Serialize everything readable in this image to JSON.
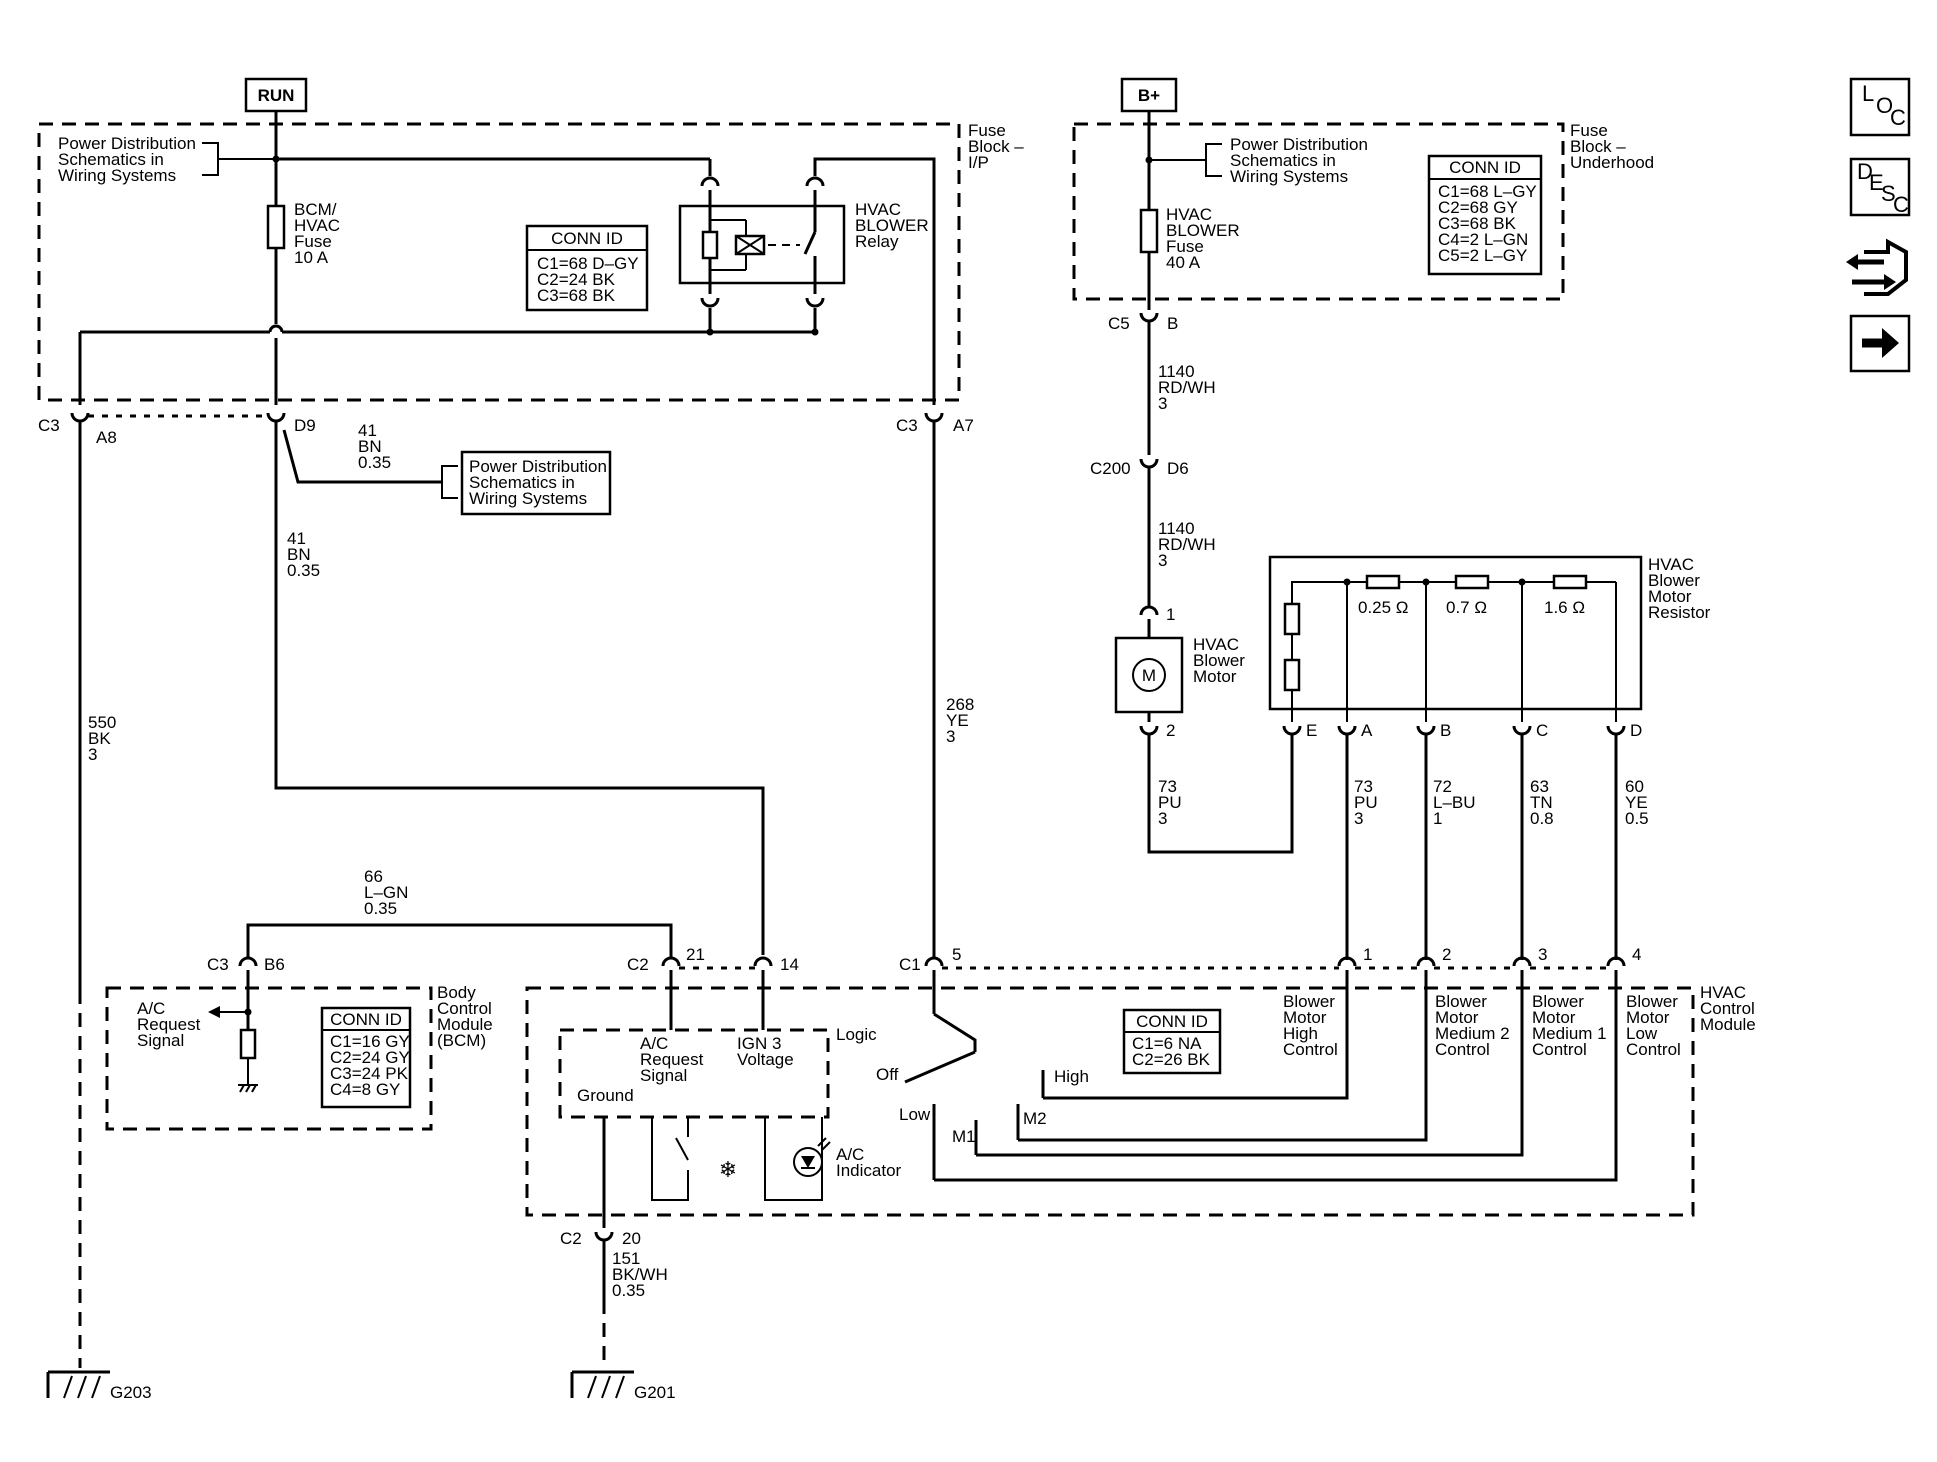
{
  "sources": {
    "run": "RUN",
    "bplus": "B+"
  },
  "fuse_block_ip": {
    "label": [
      "Fuse",
      "Block –",
      "I/P"
    ],
    "power_ref": [
      "Power Distribution",
      "Schematics in",
      "Wiring Systems"
    ],
    "fuse": [
      "BCM/",
      "HVAC",
      "Fuse",
      "10 A"
    ],
    "relay": [
      "HVAC",
      "BLOWER",
      "Relay"
    ],
    "conn_id": {
      "title": "CONN ID",
      "rows": [
        "C1=68 D–GY",
        "C2=24 BK",
        "C3=68 BK"
      ]
    }
  },
  "fuse_block_underhood": {
    "label": [
      "Fuse",
      "Block –",
      "Underhood"
    ],
    "power_ref": [
      "Power Distribution",
      "Schematics in",
      "Wiring Systems"
    ],
    "fuse": [
      "HVAC",
      "BLOWER",
      "Fuse",
      "40 A"
    ],
    "conn_id": {
      "title": "CONN ID",
      "rows": [
        "C1=68 L–GY",
        "C2=68 GY",
        "C3=68 BK",
        "C4=2 L–GN",
        "C5=2 L–GY"
      ]
    }
  },
  "connectors": {
    "c3": "C3",
    "a8": "A8",
    "d9": "D9",
    "a7": "A7",
    "c5": "C5",
    "b": "B",
    "c200": "C200",
    "d6": "D6",
    "motor_1": "1",
    "motor_2": "2",
    "res_e": "E",
    "res_a": "A",
    "res_b": "B",
    "res_c": "C",
    "res_d": "D",
    "bcm_c3": "C3",
    "bcm_b6": "B6",
    "hvac_c2": "C2",
    "pin_21": "21",
    "pin_14": "14",
    "hvac_c1": "C1",
    "pin_5": "5",
    "pin_1": "1",
    "pin_2": "2",
    "pin_3": "3",
    "pin_4": "4",
    "gnd_c2": "C2",
    "pin_20": "20"
  },
  "wires": {
    "w41a": [
      "41",
      "BN",
      "0.35"
    ],
    "w41b": [
      "41",
      "BN",
      "0.35"
    ],
    "w550": [
      "550",
      "BK",
      "3"
    ],
    "w268": [
      "268",
      "YE",
      "3"
    ],
    "w1140a": [
      "1140",
      "RD/WH",
      "3"
    ],
    "w1140b": [
      "1140",
      "RD/WH",
      "3"
    ],
    "w73a": [
      "73",
      "PU",
      "3"
    ],
    "w73b": [
      "73",
      "PU",
      "3"
    ],
    "w72": [
      "72",
      "L–BU",
      "1"
    ],
    "w63": [
      "63",
      "TN",
      "0.8"
    ],
    "w60": [
      "60",
      "YE",
      "0.5"
    ],
    "w66": [
      "66",
      "L–GN",
      "0.35"
    ],
    "w151": [
      "151",
      "BK/WH",
      "0.35"
    ]
  },
  "power_ref_mid": [
    "Power Distribution",
    "Schematics in",
    "Wiring Systems"
  ],
  "motor": {
    "symbol": "M",
    "label": [
      "HVAC",
      "Blower",
      "Motor"
    ]
  },
  "resistor": {
    "label": [
      "HVAC",
      "Blower",
      "Motor",
      "Resistor"
    ],
    "values": [
      "0.25 Ω",
      "0.7 Ω",
      "1.6 Ω"
    ]
  },
  "bcm": {
    "label": [
      "Body",
      "Control",
      "Module",
      "(BCM)"
    ],
    "signal": [
      "A/C",
      "Request",
      "Signal"
    ],
    "conn_id": {
      "title": "CONN ID",
      "rows": [
        "C1=16 GY",
        "C2=24 GY",
        "C3=24 PK",
        "C4=8 GY"
      ]
    }
  },
  "hvac_module": {
    "label": [
      "HVAC",
      "Control",
      "Module"
    ],
    "logic": "Logic",
    "ac_request": [
      "A/C",
      "Request",
      "Signal"
    ],
    "ign3": [
      "IGN 3",
      "Voltage"
    ],
    "ground": "Ground",
    "ac_indicator": [
      "A/C",
      "Indicator"
    ],
    "switch_positions": {
      "off": "Off",
      "low": "Low",
      "m1": "M1",
      "m2": "M2",
      "high": "High"
    },
    "controls": {
      "high": [
        "Blower",
        "Motor",
        "High",
        "Control"
      ],
      "med2": [
        "Blower",
        "Motor",
        "Medium 2",
        "Control"
      ],
      "med1": [
        "Blower",
        "Motor",
        "Medium 1",
        "Control"
      ],
      "low": [
        "Blower",
        "Motor",
        "Low",
        "Control"
      ]
    },
    "conn_id": {
      "title": "CONN ID",
      "rows": [
        "C1=6 NA",
        "C2=26 BK"
      ]
    }
  },
  "grounds": {
    "g203": "G203",
    "g201": "G201"
  },
  "nav_icons": {
    "loc": {
      "name": "location-icon",
      "l": "L",
      "o": "O",
      "c": "C"
    },
    "desc": {
      "name": "description-icon",
      "d": "D",
      "e": "E",
      "s": "S",
      "c": "C"
    },
    "connector": {
      "name": "connector-tool-icon"
    },
    "next": {
      "name": "arrow-right-icon"
    }
  }
}
